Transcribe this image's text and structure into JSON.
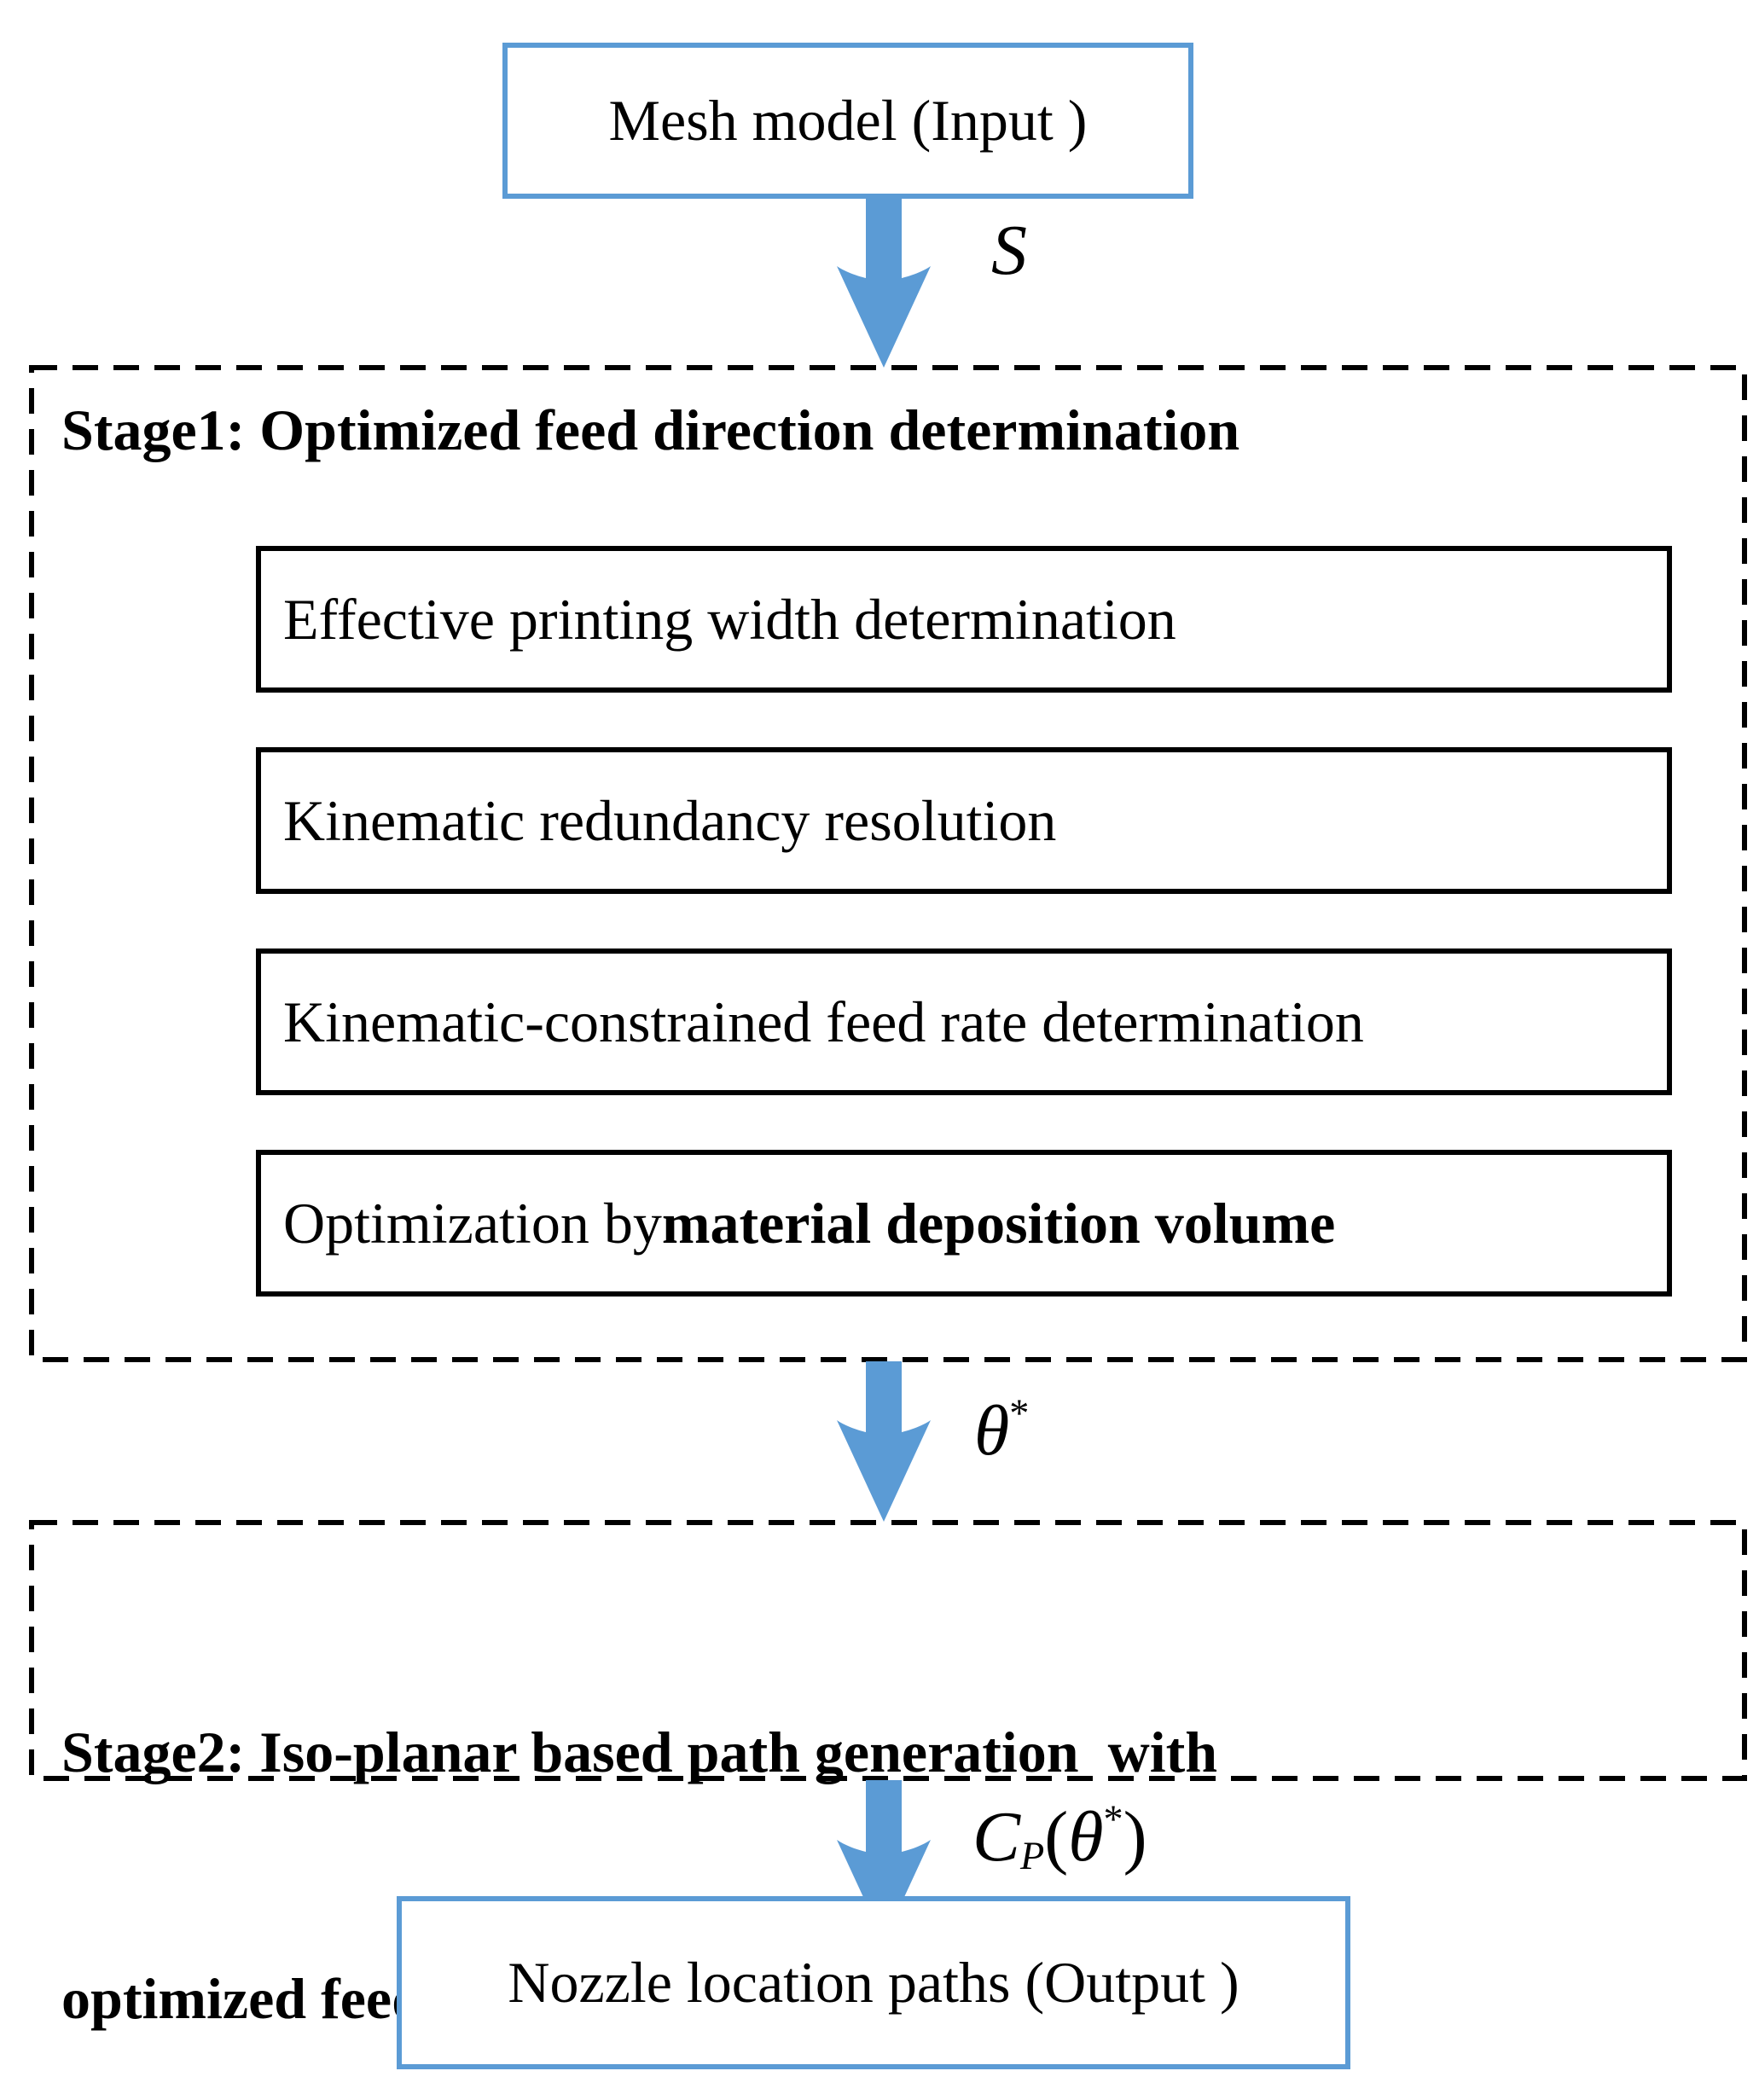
{
  "diagram": {
    "input_box": {
      "label": "Mesh model (Input )"
    },
    "arrow_input": {
      "label": "S"
    },
    "stage1": {
      "title": "Stage1: Optimized feed direction determination",
      "steps": [
        "Effective printing width determination",
        "Kinematic redundancy resolution",
        "Kinematic-constrained feed rate determination"
      ],
      "step4": {
        "prefix": "Optimization by ",
        "bold": "material deposition volume"
      }
    },
    "arrow_theta": {
      "base": "θ",
      "sup": "*"
    },
    "stage2": {
      "title_line1": "Stage2: Iso-planar based path generation  with",
      "title_line2": "optimized feed direction"
    },
    "arrow_output": {
      "c": "C",
      "c_sub": "P",
      "paren_open": "(",
      "theta": "θ",
      "theta_sup": "*",
      "paren_close": ")"
    },
    "output_box": {
      "label": "Nozzle location paths (Output )"
    }
  },
  "colors": {
    "box_border_blue": "#5B9BD5",
    "arrow_blue": "#5B9BD5",
    "line_black": "#000000"
  }
}
